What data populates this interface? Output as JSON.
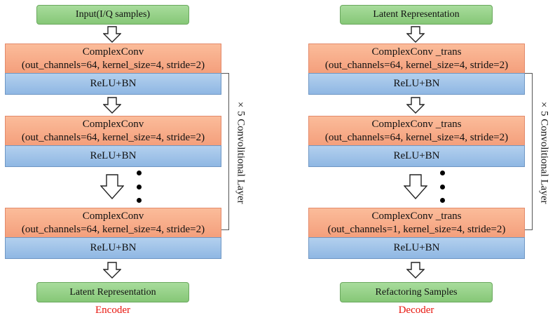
{
  "encoder": {
    "input_label": "Input(I/Q samples)",
    "blocks": [
      {
        "conv_name": "ComplexConv",
        "conv_params": "(out_channels=64, kernel_size=4, stride=2)",
        "act": "ReLU+BN"
      },
      {
        "conv_name": "ComplexConv",
        "conv_params": "(out_channels=64, kernel_size=4, stride=2)",
        "act": "ReLU+BN"
      },
      {
        "conv_name": "ComplexConv",
        "conv_params": "(out_channels=64, kernel_size=4, stride=2)",
        "act": "ReLU+BN"
      }
    ],
    "output_label": "Latent Representation",
    "bracket_label": "×5 Convolitional Layer",
    "caption": "Encoder"
  },
  "decoder": {
    "input_label": "Latent Representation",
    "blocks": [
      {
        "conv_name": "ComplexConv _trans",
        "conv_params": "(out_channels=64, kernel_size=4, stride=2)",
        "act": "ReLU+BN"
      },
      {
        "conv_name": "ComplexConv _trans",
        "conv_params": "(out_channels=64, kernel_size=4, stride=2)",
        "act": "ReLU+BN"
      },
      {
        "conv_name": "ComplexConv _trans",
        "conv_params": "(out_channels=1, kernel_size=4, stride=2)",
        "act": "ReLU+BN"
      }
    ],
    "output_label": "Refactoring Samples",
    "bracket_label": "×5 Convolitional Layer",
    "caption": "Decoder"
  },
  "colors": {
    "io_box": "#92cf84",
    "conv_box": "#f7ab88",
    "act_box": "#9dc3e6",
    "caption": "#e8140c"
  }
}
